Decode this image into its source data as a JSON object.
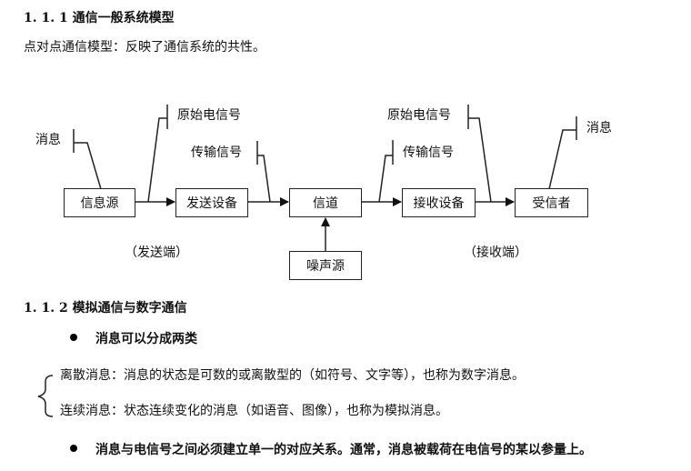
{
  "section1": {
    "heading": "1. 1. 1 通信一般系统模型",
    "subtitle": "点对点通信模型：反映了通信系统的共性。"
  },
  "diagram": {
    "boxes": {
      "source": "信息源",
      "transmitter": "发送设备",
      "channel": "信道",
      "receiver": "接收设备",
      "sink": "受信者",
      "noise": "噪声源"
    },
    "labels": {
      "message_left": "消息",
      "original_signal_left": "原始电信号",
      "transmit_signal_left": "传输信号",
      "original_signal_right": "原始电信号",
      "transmit_signal_right": "传输信号",
      "message_right": "消息"
    },
    "sender_side": "（发送端）",
    "receiver_side": "（接收端）"
  },
  "section2": {
    "heading": "1. 1. 2 模拟通信与数字通信",
    "bullet1": "消息可以分成两类",
    "discrete": "离散消息：消息的状态是可数的或离散型的（如符号、文字等），也称为数字消息。",
    "continuous": "连续消息：状态连续变化的消息（如语音、图像），也称为模拟消息。",
    "bullet2": "消息与电信号之间必须建立单一的对应关系。通常，消息被载荷在电信号的某以参量上。"
  }
}
